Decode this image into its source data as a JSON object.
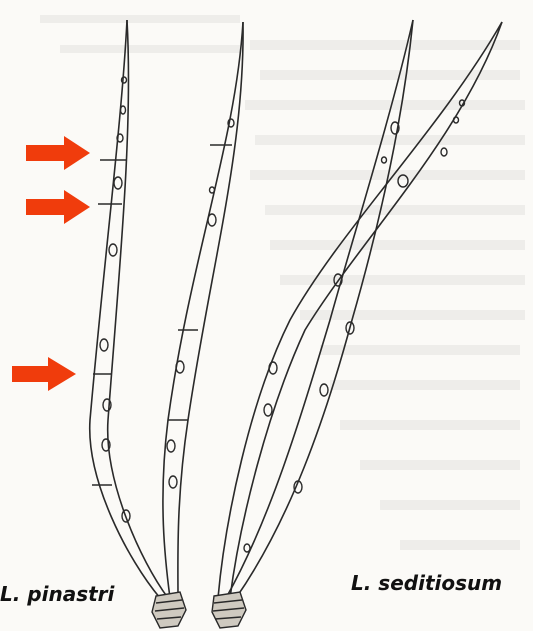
{
  "labels": {
    "left_species": "L. pinastri",
    "right_species": "L. seditiosum"
  },
  "figure": {
    "illustration": "pine-needle-drawing",
    "arrow_color": "#f03c0c",
    "line_color": "#2a2a2a",
    "background_texture": "faint-printed-text"
  }
}
